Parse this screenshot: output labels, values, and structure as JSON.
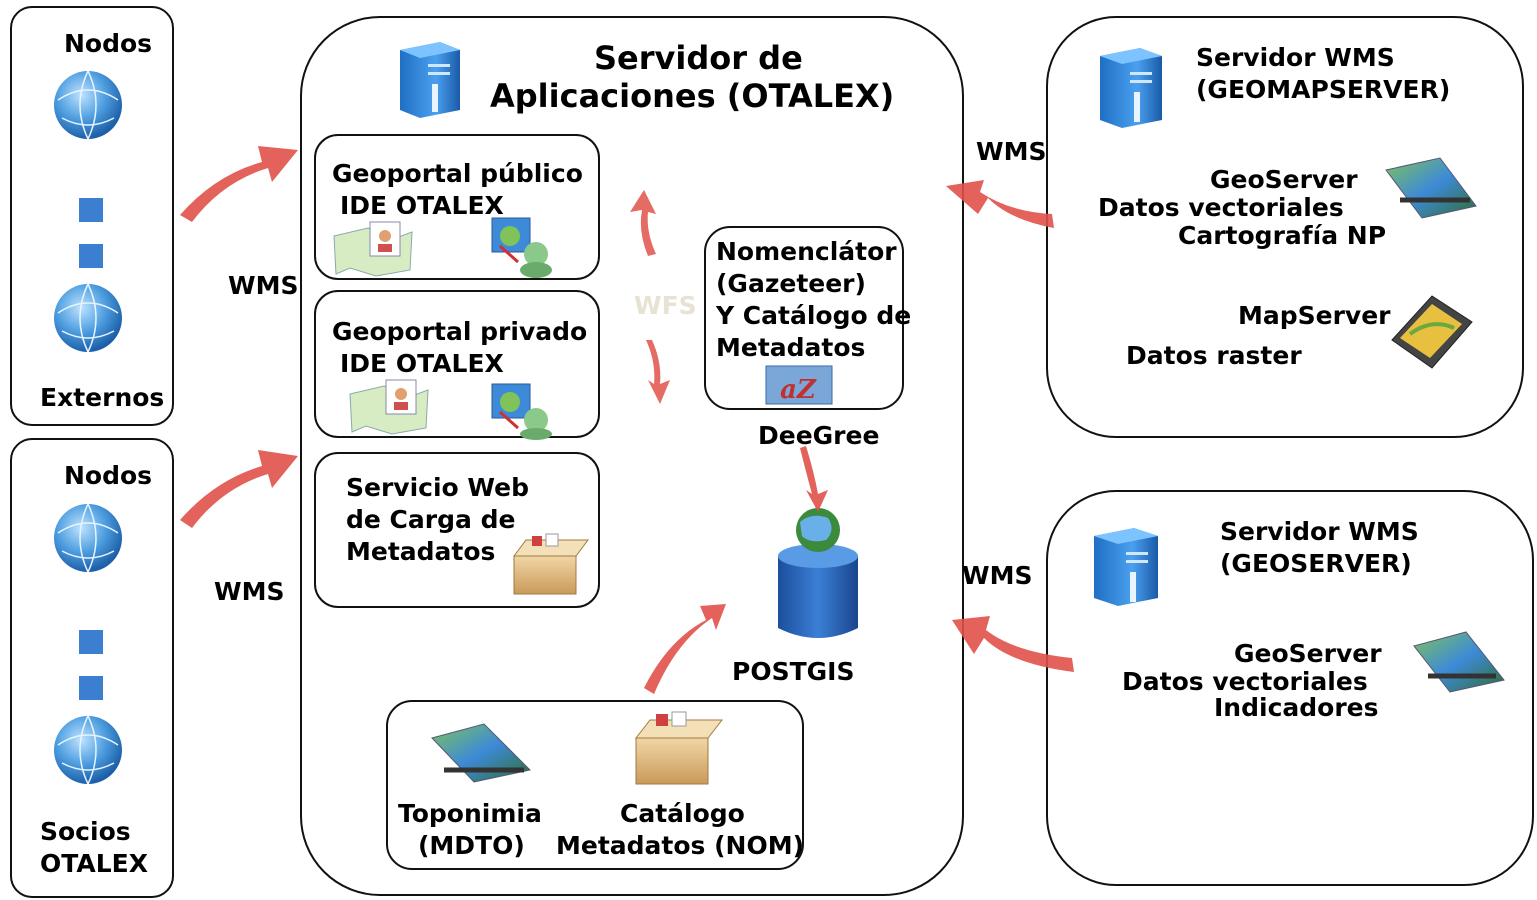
{
  "left_top": {
    "top_label": "Nodos",
    "bottom_label": "Externos"
  },
  "left_bottom": {
    "top_label": "Nodos",
    "bottom_label_1": "Socios",
    "bottom_label_2": "OTALEX"
  },
  "wms_labels": {
    "left_top": "WMS",
    "left_bottom": "WMS",
    "right_top": "WMS",
    "right_bottom": "WMS"
  },
  "app_server": {
    "title_1": "Servidor de",
    "title_2": "Aplicaciones (OTALEX)",
    "geoportal_publico_1": "Geoportal público",
    "geoportal_publico_2": "IDE OTALEX",
    "geoportal_privado_1": "Geoportal privado",
    "geoportal_privado_2": "IDE OTALEX",
    "servicio_web_1": "Servicio Web",
    "servicio_web_2": "de Carga de",
    "servicio_web_3": "Metadatos",
    "nomenclator_1": "Nomenclátor",
    "nomenclator_2": "(Gazeteer)",
    "nomenclator_3": "Y Catálogo de",
    "nomenclator_4": "Metadatos",
    "wfs_label": "WFS",
    "deegree_label": "DeeGree",
    "postgis_label": "POSTGIS",
    "toponimia_1": "Toponimia",
    "toponimia_2": "(MDTO)",
    "catalogo_1": "Catálogo",
    "catalogo_2": "Metadatos (NOM)"
  },
  "wms_geomapserver": {
    "title_1": "Servidor WMS",
    "title_2": "(GEOMAPSERVER)",
    "geoserver": "GeoServer",
    "vectoriales": "Datos vectoriales",
    "cartografia": "Cartografía NP",
    "mapserver": "MapServer",
    "raster": "Datos raster"
  },
  "wms_geoserver": {
    "title_1": "Servidor WMS",
    "title_2": "(GEOSERVER)",
    "geoserver": "GeoServer",
    "vectoriales": "Datos vectoriales",
    "indicadores": "Indicadores"
  },
  "colors": {
    "arrow": "#e0514a",
    "square": "#3c7fd1",
    "server": "#2a7fd4"
  }
}
